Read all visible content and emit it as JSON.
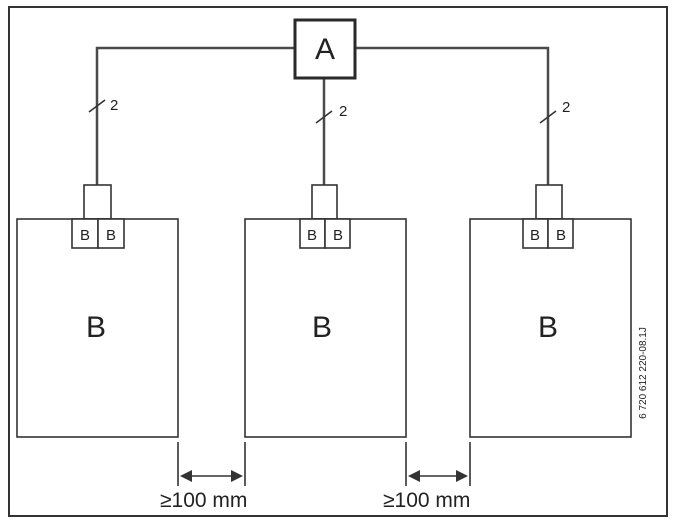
{
  "controller": {
    "label": "A"
  },
  "units": [
    {
      "label": "B",
      "terminal_labels": [
        "B",
        "B"
      ],
      "wire_count": "2"
    },
    {
      "label": "B",
      "terminal_labels": [
        "B",
        "B"
      ],
      "wire_count": "2"
    },
    {
      "label": "B",
      "terminal_labels": [
        "B",
        "B"
      ],
      "wire_count": "2"
    }
  ],
  "spacing": [
    {
      "label": "≥100 mm"
    },
    {
      "label": "≥100 mm"
    }
  ],
  "figure_code": "6 720 612 220-08.1J",
  "colors": {
    "line": "#333333",
    "background": "#ffffff"
  }
}
